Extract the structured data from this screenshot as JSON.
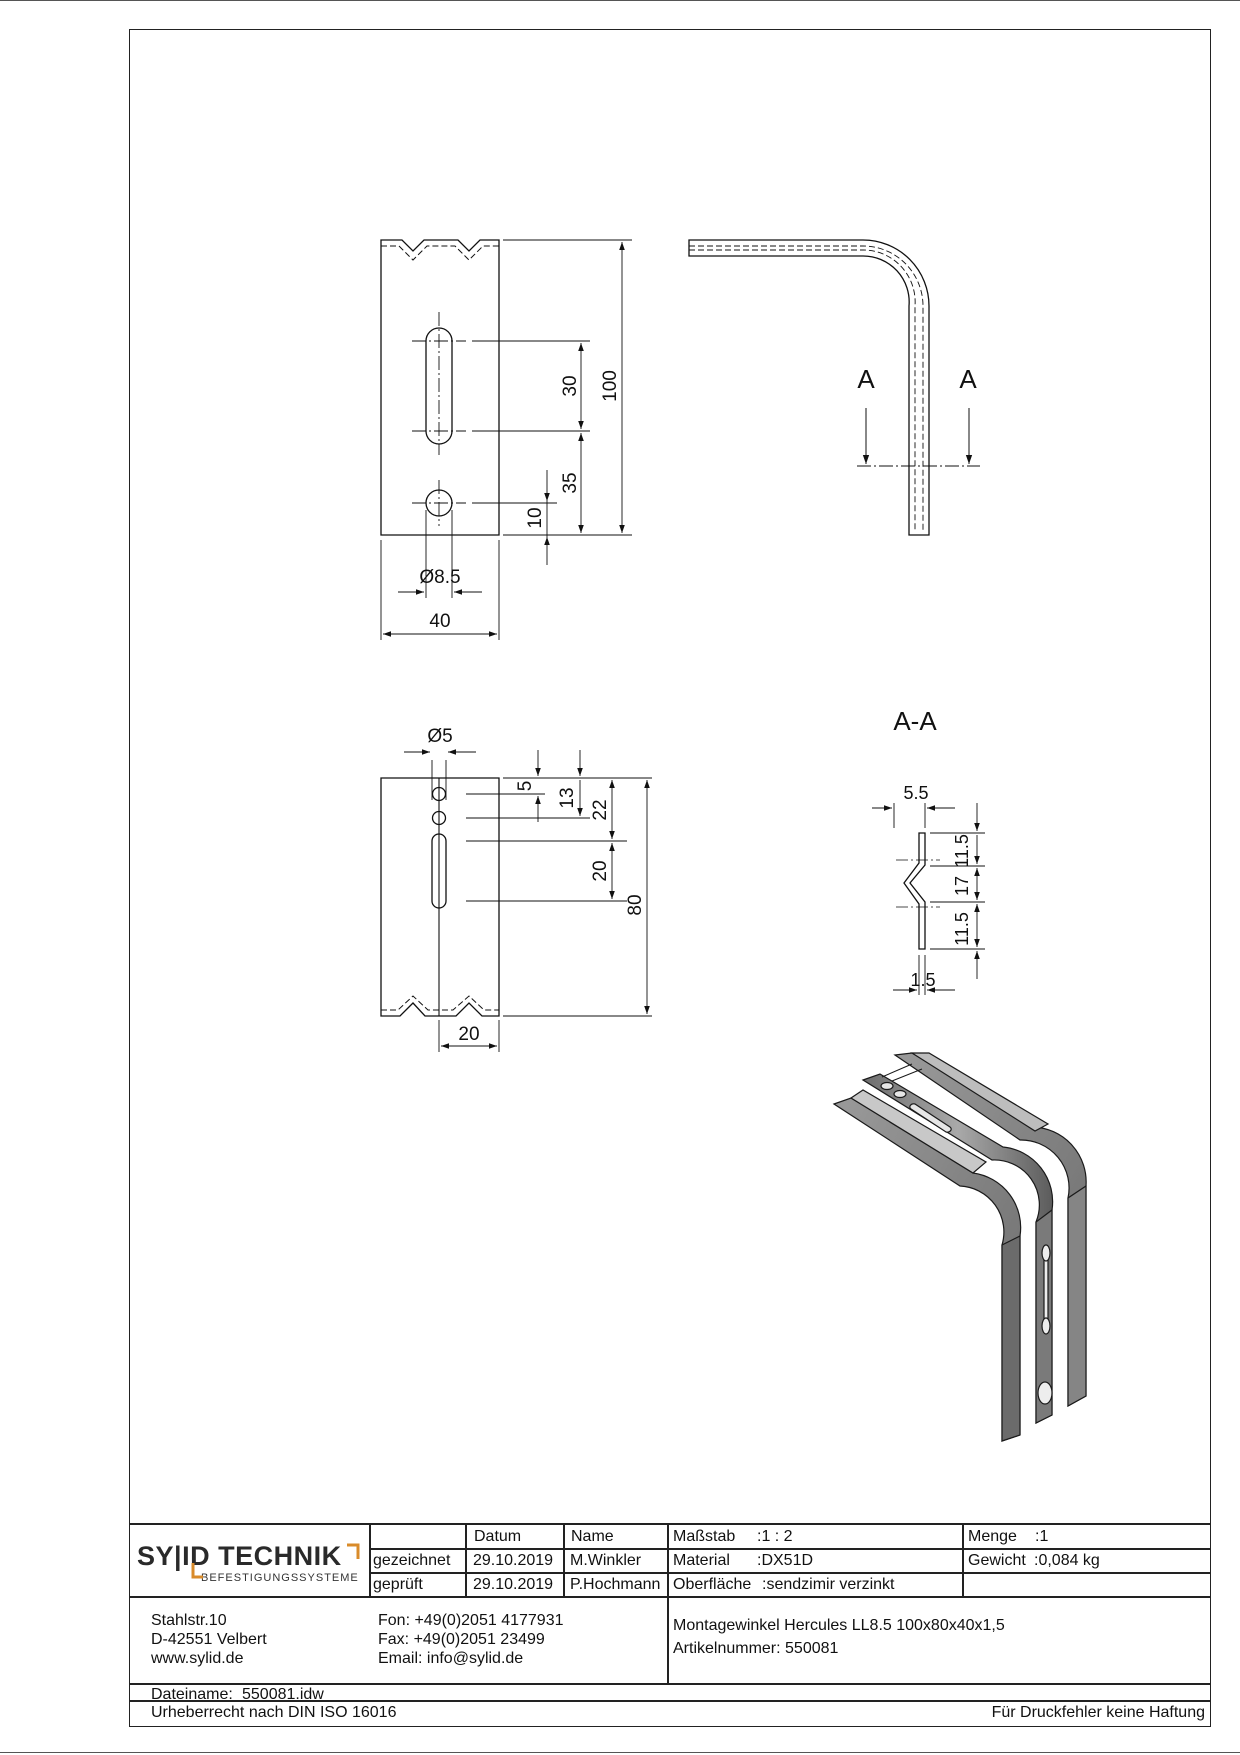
{
  "drawing": {
    "dims_front": {
      "d30": "30",
      "d100": "100",
      "d35": "35",
      "d10": "10",
      "dia": "Ø8.5",
      "w40": "40"
    },
    "dims_side": {
      "d5": "5",
      "d13": "13",
      "d22": "22",
      "d20": "20",
      "d80": "80",
      "dia5": "Ø5",
      "w20": "20"
    },
    "section_marker": "A",
    "section_title": "A-A",
    "dims_section": {
      "t55": "5.5",
      "t15": "1.5",
      "a115": "11.5",
      "a17": "17",
      "b115": "11.5"
    }
  },
  "title_block": {
    "logo_main": "SY|ID TECHNIK",
    "logo_sub": "BEFESTIGUNGSSYSTEME",
    "col_datum": "Datum",
    "col_name": "Name",
    "row_drawn": "gezeichnet",
    "row_checked": "geprüft",
    "drawn_date": "29.10.2019",
    "drawn_name": "M.Winkler",
    "checked_date": "29.10.2019",
    "checked_name": "P.Hochmann",
    "scale_label": "Maßstab",
    "scale_value": ":1 : 2",
    "material_label": "Material",
    "material_value": ":DX51D",
    "surface_label": "Oberfläche",
    "surface_value": ":sendzimir verzinkt",
    "qty_label": "Menge",
    "qty_value": ":1",
    "weight_label": "Gewicht",
    "weight_value": ":0,084 kg",
    "address": [
      "Stahlstr.10",
      "D-42551 Velbert",
      "www.sylid.de"
    ],
    "contact": [
      "Fon: +49(0)2051 4177931",
      "Fax: +49(0)2051 23499",
      "Email: info@sylid.de"
    ],
    "product_title": "Montagewinkel Hercules LL8.5 100x80x40x1,5",
    "article_number": "Artikelnummer: 550081",
    "filename_label": "Dateiname:",
    "filename": "550081.idw",
    "copyright": "Urheberrecht nach DIN ISO 16016",
    "disclaimer": "Für Druckfehler keine Haftung"
  }
}
